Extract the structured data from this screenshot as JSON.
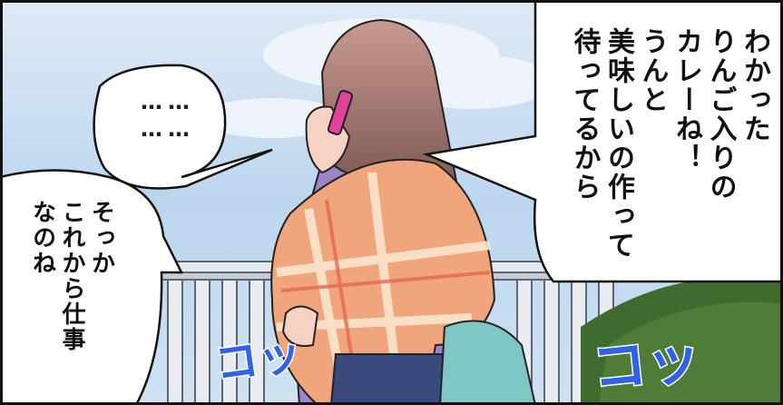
{
  "speech": {
    "right_bubble": "わかった\nりんご入りの\nカレーね！\nうんと\n美味しいの作って\n待ってるから",
    "left_top_bubble": "……\n……",
    "left_bottom_bubble": "そっか\nこれから仕事\nなのね"
  },
  "sfx": {
    "left": "コッ",
    "right": "コッ"
  },
  "colors": {
    "sky": "#bcd6ee",
    "scarf": "#f0a57c",
    "sfx": "#2f62e6"
  }
}
